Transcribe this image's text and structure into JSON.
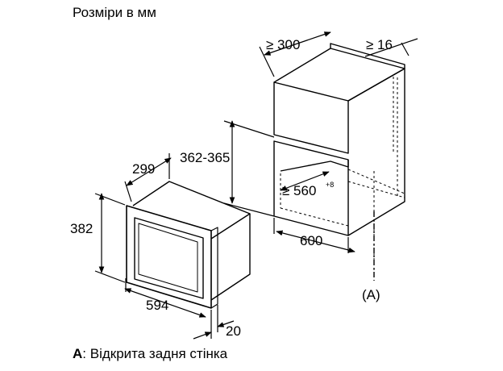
{
  "title": "Розміри в мм",
  "dimensions": {
    "cabinet_depth": "≥ 300",
    "rear_gap": "≥ 16",
    "niche_height": "362-365",
    "niche_depth_min": "≥ 560",
    "niche_depth_tol": "+8",
    "niche_width": "600",
    "appliance_depth": "299",
    "appliance_height": "382",
    "appliance_width": "594",
    "front_depth": "20"
  },
  "marker": "(A)",
  "footnote": {
    "key": "A",
    "text": ": Відкрита задня стінка"
  }
}
